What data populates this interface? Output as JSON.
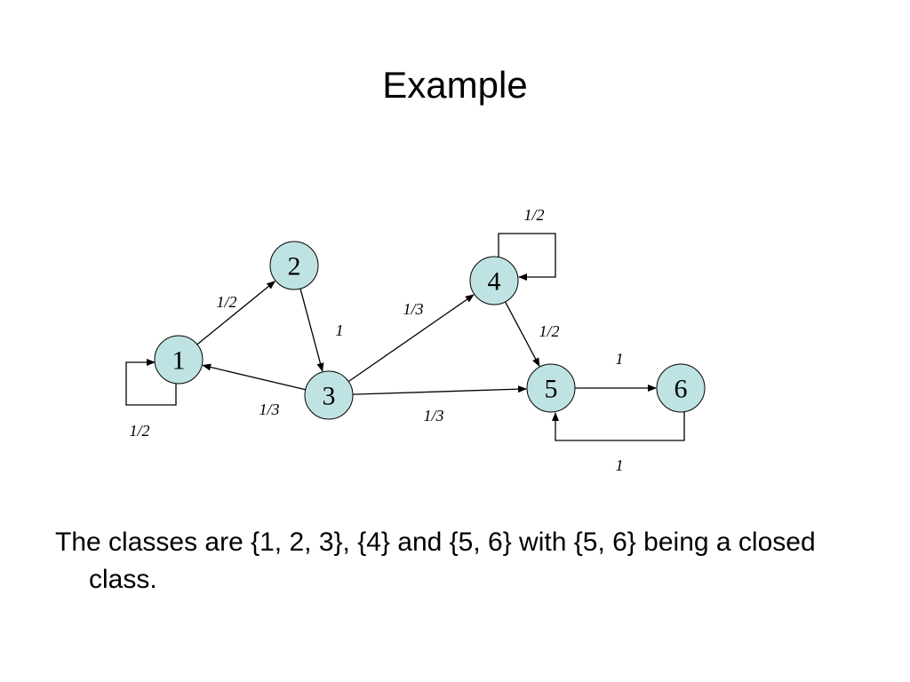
{
  "title": "Example",
  "nodes": [
    {
      "id": "1",
      "label": "1"
    },
    {
      "id": "2",
      "label": "2"
    },
    {
      "id": "3",
      "label": "3"
    },
    {
      "id": "4",
      "label": "4"
    },
    {
      "id": "5",
      "label": "5"
    },
    {
      "id": "6",
      "label": "6"
    }
  ],
  "edges": [
    {
      "from": "1",
      "to": "1",
      "label": "1/2"
    },
    {
      "from": "1",
      "to": "2",
      "label": "1/2"
    },
    {
      "from": "2",
      "to": "3",
      "label": "1"
    },
    {
      "from": "3",
      "to": "1",
      "label": "1/3"
    },
    {
      "from": "3",
      "to": "4",
      "label": "1/3"
    },
    {
      "from": "3",
      "to": "5",
      "label": "1/3"
    },
    {
      "from": "4",
      "to": "4",
      "label": "1/2"
    },
    {
      "from": "4",
      "to": "5",
      "label": "1/2"
    },
    {
      "from": "5",
      "to": "6",
      "label": "1"
    },
    {
      "from": "6",
      "to": "5",
      "label": "1"
    }
  ],
  "caption": "The classes are {1, 2, 3}, {4} and {5, 6} with {5, 6} being a closed class.",
  "colors": {
    "node_fill": "#bfe3e3",
    "stroke": "#000000"
  }
}
